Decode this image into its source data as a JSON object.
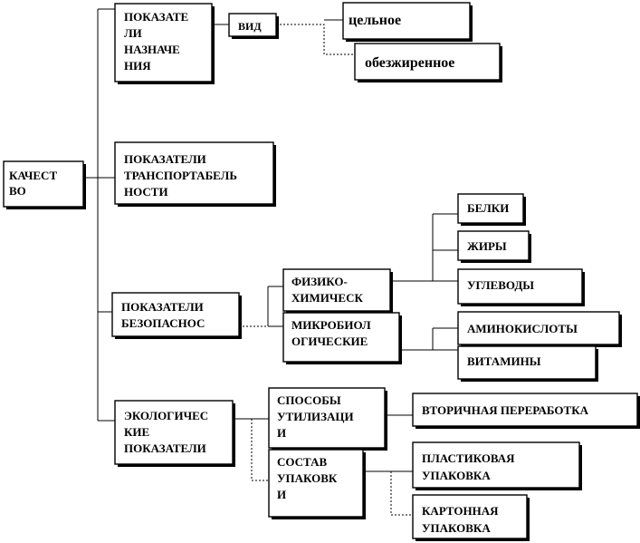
{
  "nodes": {
    "kachestvo": [
      "КАЧЕСТ",
      "ВО"
    ],
    "naznacheniya": [
      "ПОКАЗАТЕ",
      "ЛИ",
      "НАЗНАЧЕ",
      "НИЯ"
    ],
    "vid": [
      "ВИД"
    ],
    "tselnoe": [
      "цельное"
    ],
    "obezhirennoe": [
      "обезжиренное"
    ],
    "transportabelnosti": [
      "ПОКАЗАТЕЛИ",
      "ТРАНСПОРТАБЕЛЬ",
      "НОСТИ"
    ],
    "bezopasnosti": [
      "ПОКАЗАТЕЛИ",
      "БЕЗОПАСНОС"
    ],
    "fiziko": [
      "ФИЗИКО-",
      "ХИМИЧЕСК"
    ],
    "mikrobio": [
      "МИКРОБИОЛ",
      "ОГИЧЕСКИЕ"
    ],
    "belki": [
      "БЕЛКИ"
    ],
    "zhiry": [
      "ЖИРЫ"
    ],
    "uglevody": [
      "УГЛЕВОДЫ"
    ],
    "aminokisloty": [
      "АМИНОКИСЛОТЫ"
    ],
    "vitaminy": [
      "ВИТАМИНЫ"
    ],
    "ekologicheskie": [
      "ЭКОЛОГИЧЕС",
      "КИЕ",
      "ПОКАЗАТЕЛИ"
    ],
    "sposoby": [
      "СПОСОБЫ",
      "УТИЛИЗАЦИ",
      "И"
    ],
    "sostav": [
      "СОСТАВ",
      "УПАКОВК",
      "И"
    ],
    "vtorichnaya": [
      "ВТОРИЧНАЯ ПЕРЕРАБОТКА"
    ],
    "plastikovaya": [
      "ПЛАСТИКОВАЯ",
      "УПАКОВКА"
    ],
    "kartonnaya": [
      "КАРТОННАЯ",
      "УПАКОВКА"
    ]
  }
}
